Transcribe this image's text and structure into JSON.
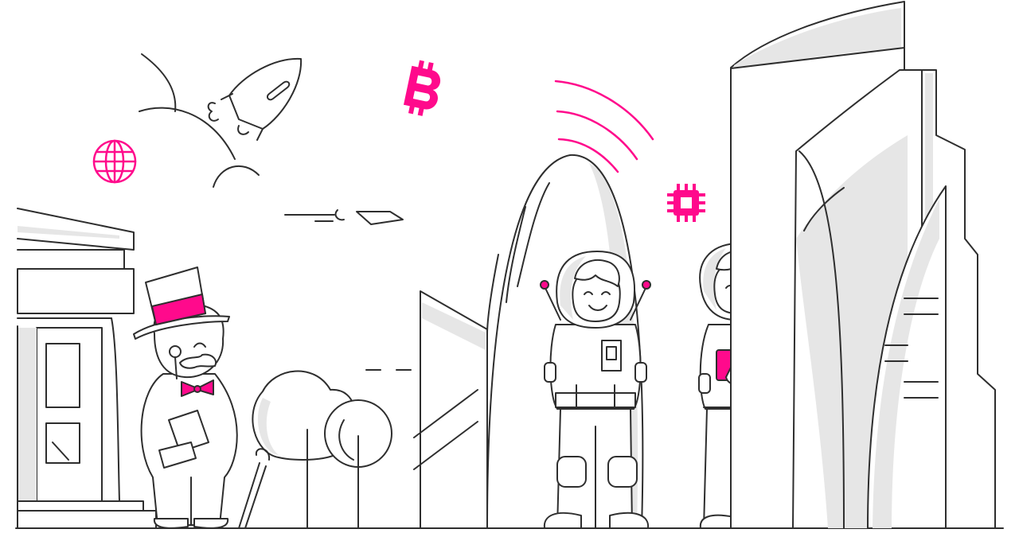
{
  "illustration": {
    "accent_color": "#ff0a8c",
    "line_color": "#2e2e2e",
    "shade_color": "#e6e6e6",
    "background": "#ffffff",
    "elements": [
      "bank-building",
      "tycoon-character",
      "tree",
      "gherkin-tower",
      "skyscraper",
      "astronaut-with-antennas",
      "astronaut-with-phone",
      "rocket",
      "globe-icon",
      "bitcoin-icon",
      "chip-icon",
      "wifi-signal"
    ]
  }
}
